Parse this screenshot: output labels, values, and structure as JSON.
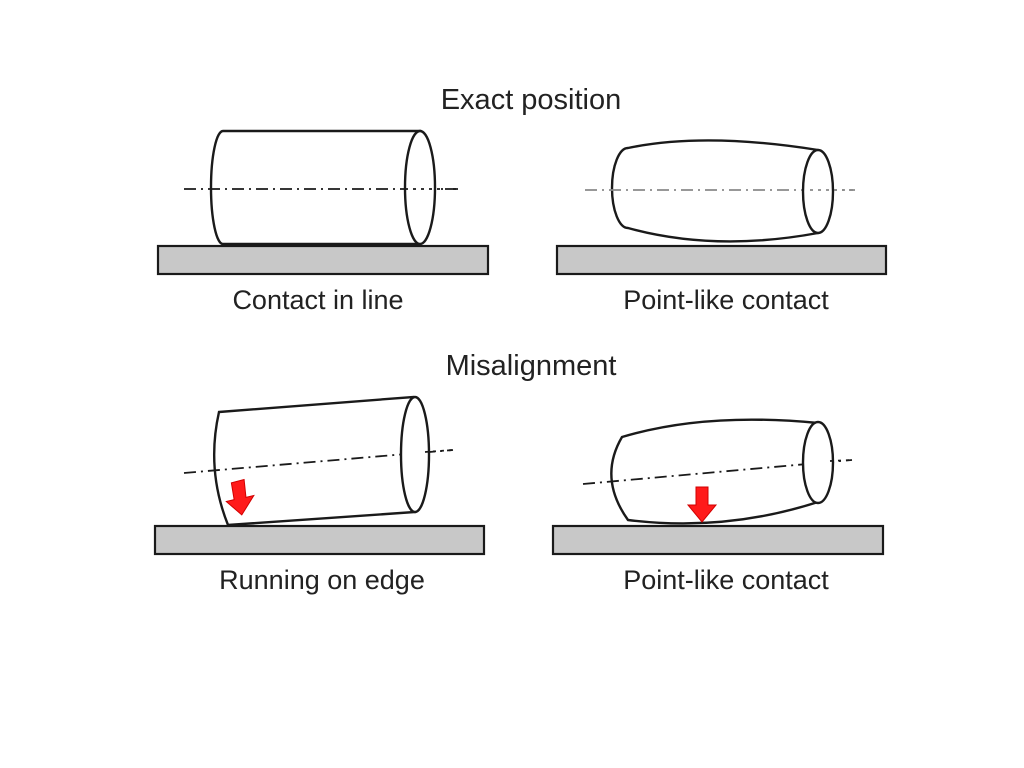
{
  "headings": {
    "exact": "Exact position",
    "misalignment": "Misalignment"
  },
  "panels": {
    "exact_line": {
      "caption": "Contact in line",
      "roller": "cylindrical"
    },
    "exact_point": {
      "caption": "Point-like contact",
      "roller": "crowned"
    },
    "mis_edge": {
      "caption": "Running on edge",
      "roller": "cylindrical"
    },
    "mis_point": {
      "caption": "Point-like contact",
      "roller": "crowned"
    }
  },
  "colors": {
    "contact_arrow": "#ff1a1a",
    "surface": "#c8c8c8",
    "outline": "#1a1a1a"
  }
}
